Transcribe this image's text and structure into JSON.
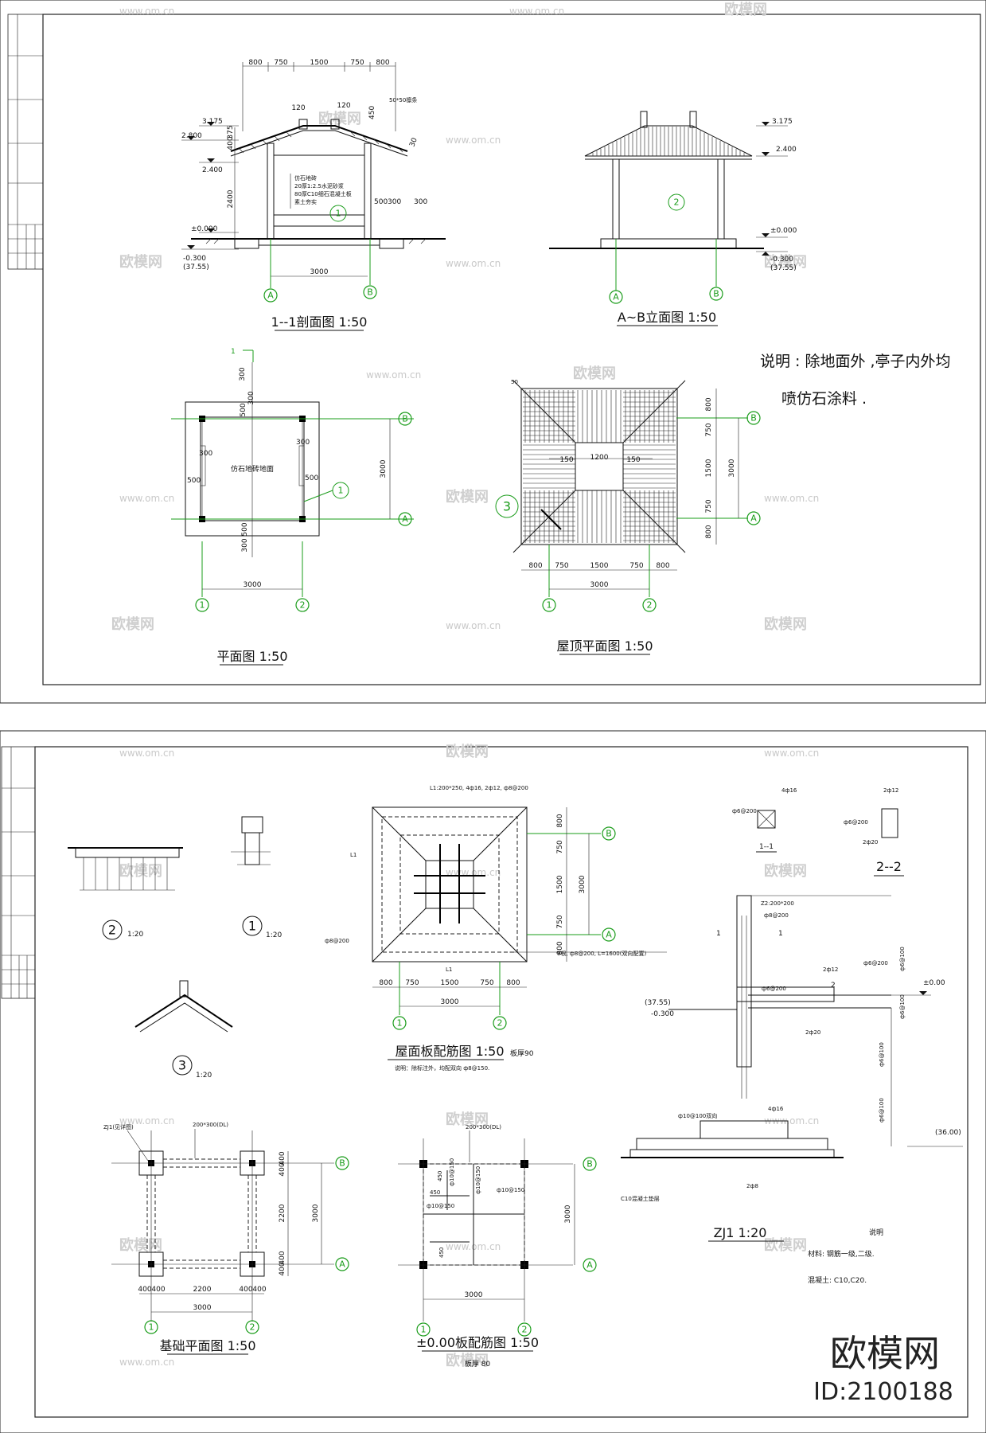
{
  "watermark": {
    "url": "www.om.cn",
    "logo": "欧模网"
  },
  "brand": {
    "logo": "欧模网",
    "id": "ID:2100188"
  },
  "sheet1": {
    "section": {
      "title": "1--1剖面图 1:50",
      "dims_top": [
        "800",
        "750",
        "1500",
        "750",
        "800"
      ],
      "dims_other": [
        "3000",
        "2400",
        "120",
        "120",
        "450",
        "30",
        "500",
        "300",
        "300",
        "400",
        "375"
      ],
      "levels": [
        "3.175",
        "2.800",
        "2.400",
        "±0.000",
        "-0.300",
        "(37.55)"
      ],
      "notes": [
        "仿石地砖",
        "20厚1:2.5水泥砂浆",
        "80厚C10细石混凝土板",
        "素土夯实"
      ],
      "roof_note": "50*50檩条"
    },
    "elevation": {
      "title": "A~B立面图 1:50",
      "levels": [
        "3.175",
        "2.400",
        "±0.000",
        "-0.300",
        "(37.55)"
      ]
    },
    "note": {
      "l1": "说明 : 除地面外 ,亭子内外均",
      "l2": "喷仿石涂料 ."
    },
    "plan": {
      "title": "平面图 1:50",
      "floor": "仿石地砖地面",
      "dims": [
        "300",
        "300",
        "500",
        "300",
        "500",
        "300",
        "500",
        "3000",
        "3000",
        "500",
        "300",
        "1"
      ]
    },
    "roof_plan": {
      "title": "屋顶平面图 1:50",
      "dims_bottom": [
        "800",
        "750",
        "1500",
        "750",
        "800"
      ],
      "dims_right": [
        "800",
        "750",
        "1500",
        "750",
        "800"
      ],
      "dims_inner": [
        "150",
        "1200",
        "150"
      ],
      "total": "3000",
      "corner": "50"
    }
  },
  "sheet2": {
    "details": {
      "d2": "1:20",
      "d1": "1:20",
      "d3": "1:20"
    },
    "roof_slab": {
      "title": "屋面板配筋图 1:50",
      "thickness": "板厚90",
      "note": "说明：除标注外，均配双向 ф8@150.",
      "beam_note": "L1:200*250, 4ф16, 2ф12, ф8@200",
      "rebar_note": "ф8@200",
      "rebar_long": "9根, ф8@200, L=1600(双向配置)",
      "beam_label": "L1",
      "dims_bottom": [
        "800",
        "750",
        "1500",
        "750",
        "800"
      ],
      "dims_right": [
        "800",
        "750",
        "1500",
        "750",
        "800"
      ],
      "total": "3000"
    },
    "column_sec": {
      "title1": "1--1",
      "title2": "2--2",
      "bars1": "4ф16",
      "stir1": "ф6@200",
      "bars2": "2ф12",
      "stir2": "ф6@200",
      "bot2": "2ф20"
    },
    "zj1": {
      "title": "ZJ1 1:20",
      "col": "Z2:200*200",
      "stir": "ф8@200",
      "levels": [
        "±0.00",
        "-0.300",
        "(37.55)",
        "(36.00)"
      ],
      "labels": [
        "2ф12",
        "ф6@200",
        "2ф20",
        "4ф16",
        "ф10@100双向",
        "2ф8",
        "C10混凝土垫层",
        "ф6@100"
      ]
    },
    "foundation": {
      "title": "基础平面图 1:50",
      "tag": "ZJ1(见详图)",
      "beam": "200*300(DL)",
      "dims_bottom": [
        "400",
        "400",
        "2200",
        "400",
        "400"
      ],
      "dims_right": [
        "400",
        "400",
        "2200",
        "400",
        "400"
      ],
      "total": "3000"
    },
    "ground_slab": {
      "title": "±0.00板配筋图 1:50",
      "thickness": "板厚 80",
      "beam": "200*300(DL)",
      "labels": [
        "450",
        "450",
        "ф10@150",
        "ф10@150",
        "ф10@150",
        "ф10@150",
        "450"
      ],
      "total": "3000"
    },
    "notes": {
      "title": "说明",
      "l1": "材料: 钢筋一级,二级.",
      "l2": "混凝土: C10,C20."
    }
  },
  "axes": {
    "A": "A",
    "B": "B",
    "one": "1",
    "two": "2",
    "c1": "1",
    "c2": "2",
    "c3": "3"
  }
}
